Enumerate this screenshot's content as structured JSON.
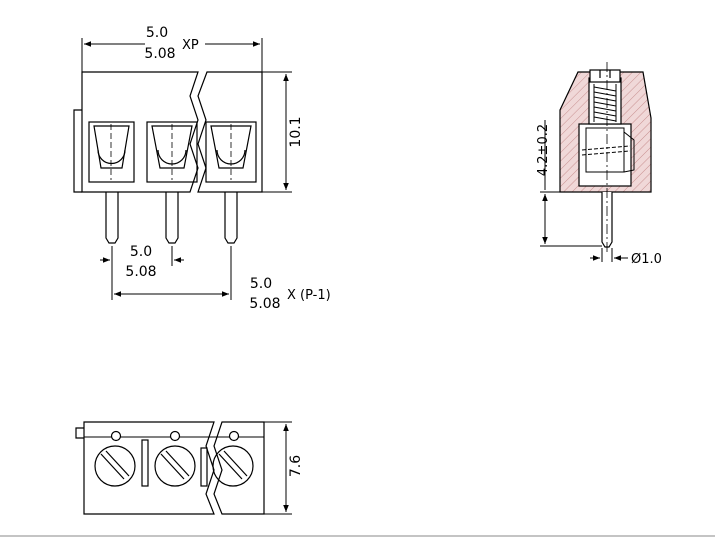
{
  "colors": {
    "ink": "#000000",
    "hatch_fill": "#f0d8d8",
    "hatch_line": "#c89090",
    "paper": "#ffffff"
  },
  "front_view": {
    "pitch_top_line1": "5.0",
    "pitch_top_line2": "5.08",
    "pitch_top_suffix": "XP",
    "height_label": "10.1",
    "pin_pitch_line1": "5.0",
    "pin_pitch_line2": "5.08",
    "span_line1": "5.0",
    "span_line2": "5.08",
    "span_suffix": "X (P-1)"
  },
  "side_view": {
    "pin_length_label": "4.2±0.2",
    "pin_diameter_label": "Ø1.0"
  },
  "top_view": {
    "depth_label": "7.6"
  }
}
